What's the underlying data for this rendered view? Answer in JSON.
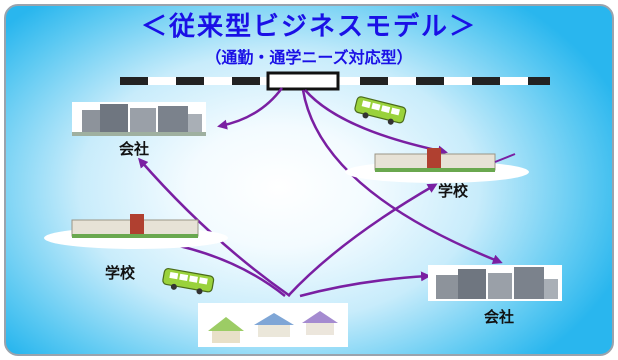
{
  "title": "＜従来型ビジネスモデル＞",
  "subtitle": "（通勤・通学ニーズ対応型）",
  "labels": {
    "company_top_left": "会社",
    "school_top_right": "学校",
    "school_left": "学校",
    "company_bottom_right": "会社"
  },
  "colors": {
    "title": "#1a10e6",
    "arrow": "#7a1fa2",
    "bus": "#9ad23c"
  }
}
